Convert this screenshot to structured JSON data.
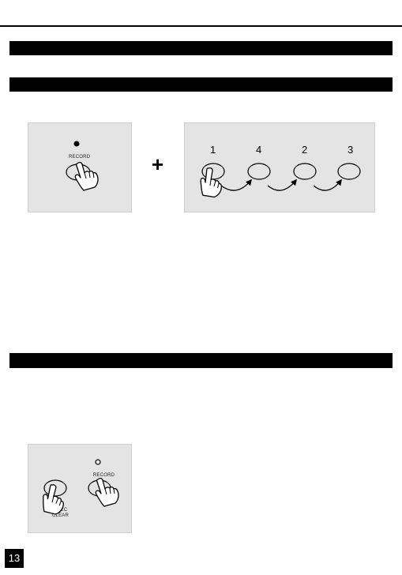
{
  "panel_record": {
    "record_label": "RECORD"
  },
  "plus_sign": "+",
  "panel_sequence": {
    "numbers": [
      "1",
      "4",
      "2",
      "3"
    ]
  },
  "panel_recclear": {
    "rec_clear_label_line1": "REC",
    "rec_clear_label_line2": "CLEAR",
    "record_label": "RECORD"
  },
  "page": {
    "number": "13"
  },
  "icons": [
    "hand-pointer-icon",
    "curved-arrow-icon",
    "led-indicator-icon"
  ],
  "colors": {
    "panel_bg": "#e4e4e4",
    "header_bar": "#000000"
  }
}
